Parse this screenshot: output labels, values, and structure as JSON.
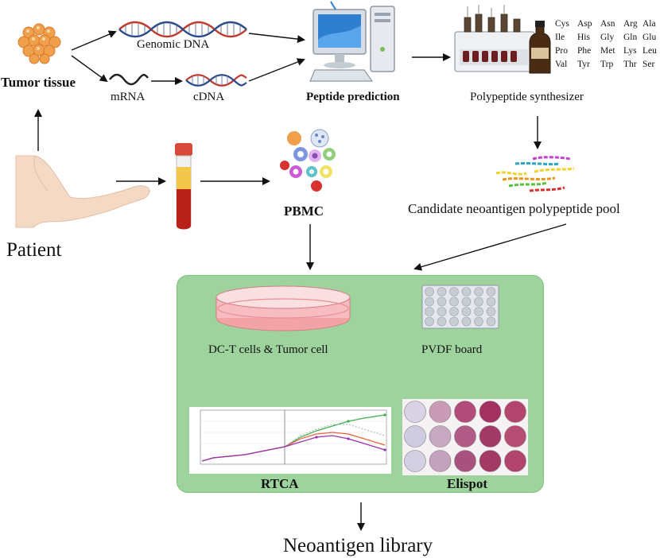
{
  "labels": {
    "tumor_tissue": "Tumor tissue",
    "genomic_dna": "Genomic DNA",
    "mrna": "mRNA",
    "cdna": "cDNA",
    "peptide_prediction": "Peptide prediction",
    "synthesizer": "Polypeptide synthesizer",
    "candidate_pool": "Candidate neoantigen polypeptide pool",
    "patient": "Patient",
    "pbmc": "PBMC",
    "dc_t_cells": "DC-T cells & Tumor cell",
    "pvdf_board": "PVDF board",
    "rtca": "RTCA",
    "elispot": "Elispot",
    "neoantigen_library": "Neoantigen library"
  },
  "amino_acids": [
    [
      "Cys",
      "Asp",
      "Asn",
      "Arg",
      "Ala"
    ],
    [
      "Ile",
      "His",
      "Gly",
      "Gln",
      "Glu"
    ],
    [
      "Pro",
      "Phe",
      "Met",
      "Lys",
      "Leu"
    ],
    [
      "Val",
      "Tyr",
      "Trp",
      "Thr",
      "Ser"
    ]
  ],
  "colors": {
    "green_panel": "#9fd39d",
    "green_panel_border": "#7fbf7c",
    "dna_red": "#c0392b",
    "dna_blue": "#2c4a8a",
    "tumor_orange": "#f0a04b"
  }
}
